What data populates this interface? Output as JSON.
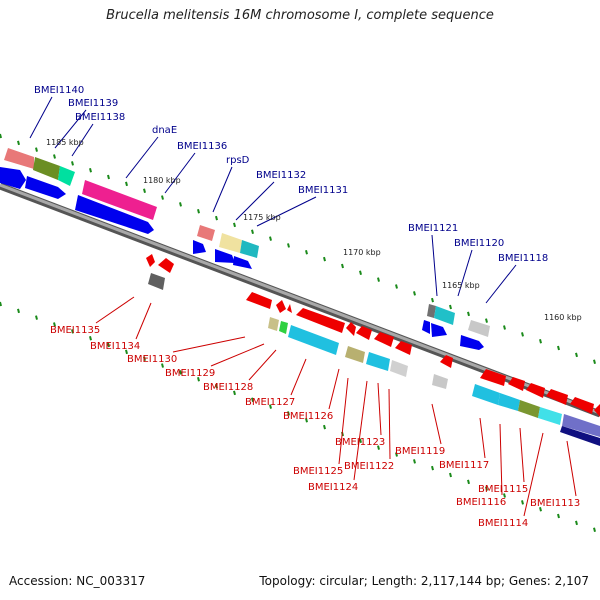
{
  "title": "Brucella melitensis 16M chromosome I, complete sequence",
  "accession": "Accession: NC_003317",
  "summary": "Topology: circular; Length: 2,117,144 bp; Genes: 2,107",
  "colors": {
    "forward_label": "#00008b",
    "reverse_label": "#cc0000",
    "backbone": "#808080",
    "tick": "#1a8a1a",
    "cds_forward": "#0000ee",
    "cds_reverse": "#ee0000"
  },
  "kbp_marks": [
    "1185 kbp",
    "1180 kbp",
    "1175 kbp",
    "1170 kbp",
    "1165 kbp",
    "1160 kbp"
  ],
  "forward_genes": [
    "BMEI1140",
    "BMEI1139",
    "BMEI1138",
    "dnaE",
    "BMEI1136",
    "rpsD",
    "BMEI1132",
    "BMEI1131",
    "BMEI1121",
    "BMEI1120",
    "BMEI1118"
  ],
  "reverse_genes": [
    "BMEI1135",
    "BMEI1134",
    "BMEI1130",
    "BMEI1129",
    "BMEI1128",
    "BMEI1127",
    "BMEI1126",
    "BMEI1125",
    "BMEI1124",
    "BMEI1123",
    "BMEI1122",
    "BMEI1119",
    "BMEI1117",
    "BMEI1116",
    "BMEI1115",
    "BMEI1114",
    "BMEI1113"
  ]
}
